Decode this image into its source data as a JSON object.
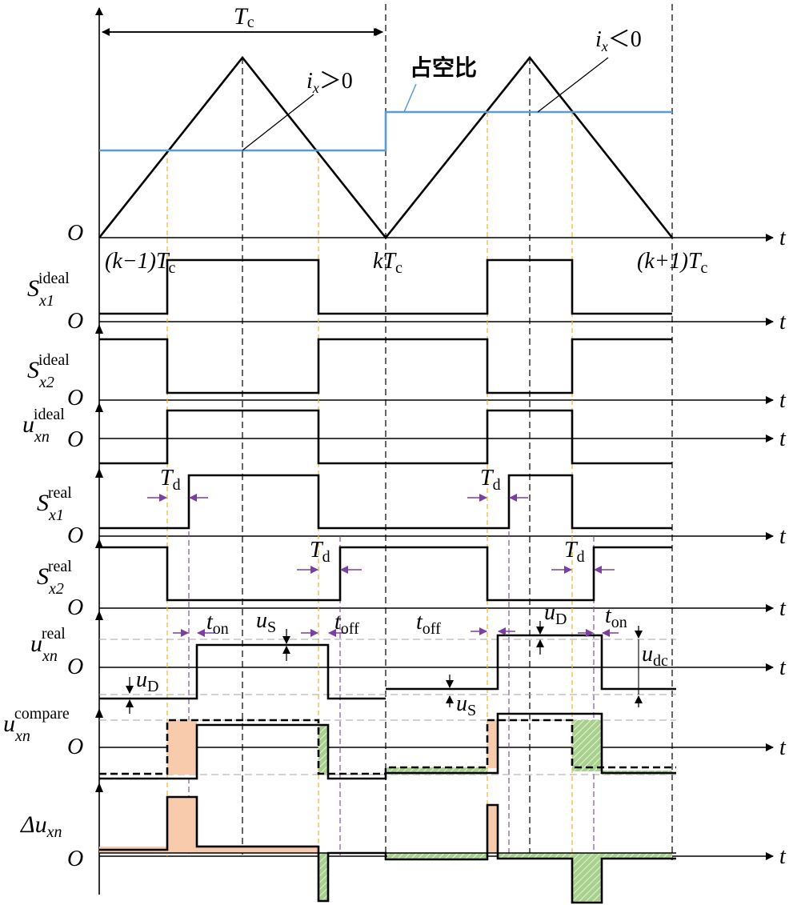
{
  "colors": {
    "signal": "#000000",
    "duty": "#5b9bd5",
    "mark_yellow": "#f2b233",
    "mark_purple": "#7b3fa0",
    "fill_orange": "#f8cbad",
    "fill_green": "#a9d18e",
    "guide_gray": "#a6a6a6"
  },
  "labels": {
    "period": "T",
    "period_sub": "c",
    "duty_ratio": "占空比",
    "ix": "i",
    "ix_sub": "x",
    "ix_pos_rel": "＞0",
    "ix_neg_rel": "＜0",
    "origin": "O",
    "t": "t",
    "tick_k_minus_1_a": "(k−1)T",
    "tick_k_minus_1_b": "c",
    "tick_k_a": "k",
    "tick_k_b": "T",
    "tick_k_c": "c",
    "tick_k_plus_1_a": "(k+1)T",
    "tick_k_plus_1_b": "c",
    "Td": "T",
    "Td_sub": "d",
    "ton": "t",
    "ton_sub": "on",
    "toff": "t",
    "toff_sub": "off",
    "uS": "u",
    "uS_sub": "S",
    "uD": "u",
    "uD_sub": "D",
    "udc": "u",
    "udc_sub": "dc"
  },
  "rows": [
    {
      "id": "sx1-ideal",
      "base": "S",
      "sub": "x1",
      "sup": "ideal"
    },
    {
      "id": "sx2-ideal",
      "base": "S",
      "sub": "x2",
      "sup": "ideal"
    },
    {
      "id": "uxn-ideal",
      "base": "u",
      "sub": "xn",
      "sup": "ideal"
    },
    {
      "id": "sx1-real",
      "base": "S",
      "sub": "x1",
      "sup": "real"
    },
    {
      "id": "sx2-real",
      "base": "S",
      "sub": "x2",
      "sup": "real"
    },
    {
      "id": "uxn-real",
      "base": "u",
      "sub": "xn",
      "sup": "real"
    },
    {
      "id": "uxn-compare",
      "base": "u",
      "sub": "xn",
      "sup": "compare"
    },
    {
      "id": "delta-uxn",
      "base": "Δu",
      "sub": "xn",
      "sup": ""
    }
  ]
}
